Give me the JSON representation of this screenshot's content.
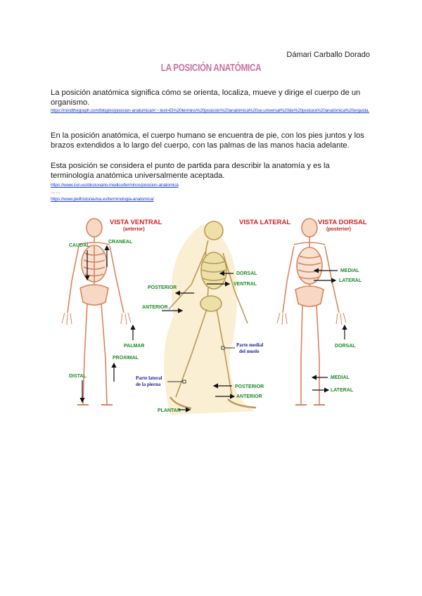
{
  "header": {
    "author": "Dámari Carballo Dorado",
    "title": "LA POSICIÓN ANATÓMICA"
  },
  "paragraphs": [
    "La posición anatómica significa cómo se orienta, localiza, mueve y dirige el cuerpo de un organismo.",
    "En la posición anatómica, el cuerpo humano se encuentra de pie, con los pies juntos y los brazos extendidos a lo largo del cuerpo, con las palmas de las manos hacia adelante.",
    "Esta posición se considera el punto de partida para describir la anatomía y es la terminología anatómica universalmente aceptada."
  ],
  "links": [
    "https://mindthegraph.com/blog/es/posicion-anatomica/#:~:text=El%20término%20posición%20anatómica%20se,universal%20de%20postura%20anatómica%20erguida",
    "https://www.cun.es/diccionario-medico/terminos/posicion-anatomica",
    "https://www.pielhistoriaviva.es/terminologia-anatomica/"
  ],
  "link_suffix": ".",
  "separator": "……",
  "colors": {
    "title": "#c8729e",
    "link": "#1a3fd0",
    "label_green": "#1f8a2a",
    "label_red": "#d81e1e",
    "label_blue": "#1a1a9a"
  },
  "figure": {
    "views": [
      {
        "title": "VISTA VENTRAL",
        "subtitle": "(anterior)"
      },
      {
        "title": "VISTA LATERAL",
        "subtitle": ""
      },
      {
        "title": "VISTA DORSAL",
        "subtitle": "(posterior)"
      }
    ],
    "labels": {
      "caudal": "CAUDAL",
      "craneal": "CRANEAL",
      "palmar": "PALMAR",
      "proximal": "PROXIMAL",
      "distal": "DISTAL",
      "dorsal_lat": "DORSAL",
      "ventral_lat": "VENTRAL",
      "posterior_arm": "POSTERIOR",
      "anterior_arm": "ANTERIOR",
      "parte_medial_1": "Parte medial",
      "parte_medial_2": "del muslo",
      "parte_lateral_1": "Parte lateral",
      "parte_lateral_2": "de la pierna",
      "posterior_leg": "POSTERIOR",
      "anterior_leg": "ANTERIOR",
      "plantar": "PLANTAR",
      "medial_torso": "MEDIAL",
      "lateral_torso": "LATERAL",
      "dorsal_hand": "DORSAL",
      "medial_leg": "MEDIAL",
      "lateral_leg": "LATERAL"
    }
  }
}
